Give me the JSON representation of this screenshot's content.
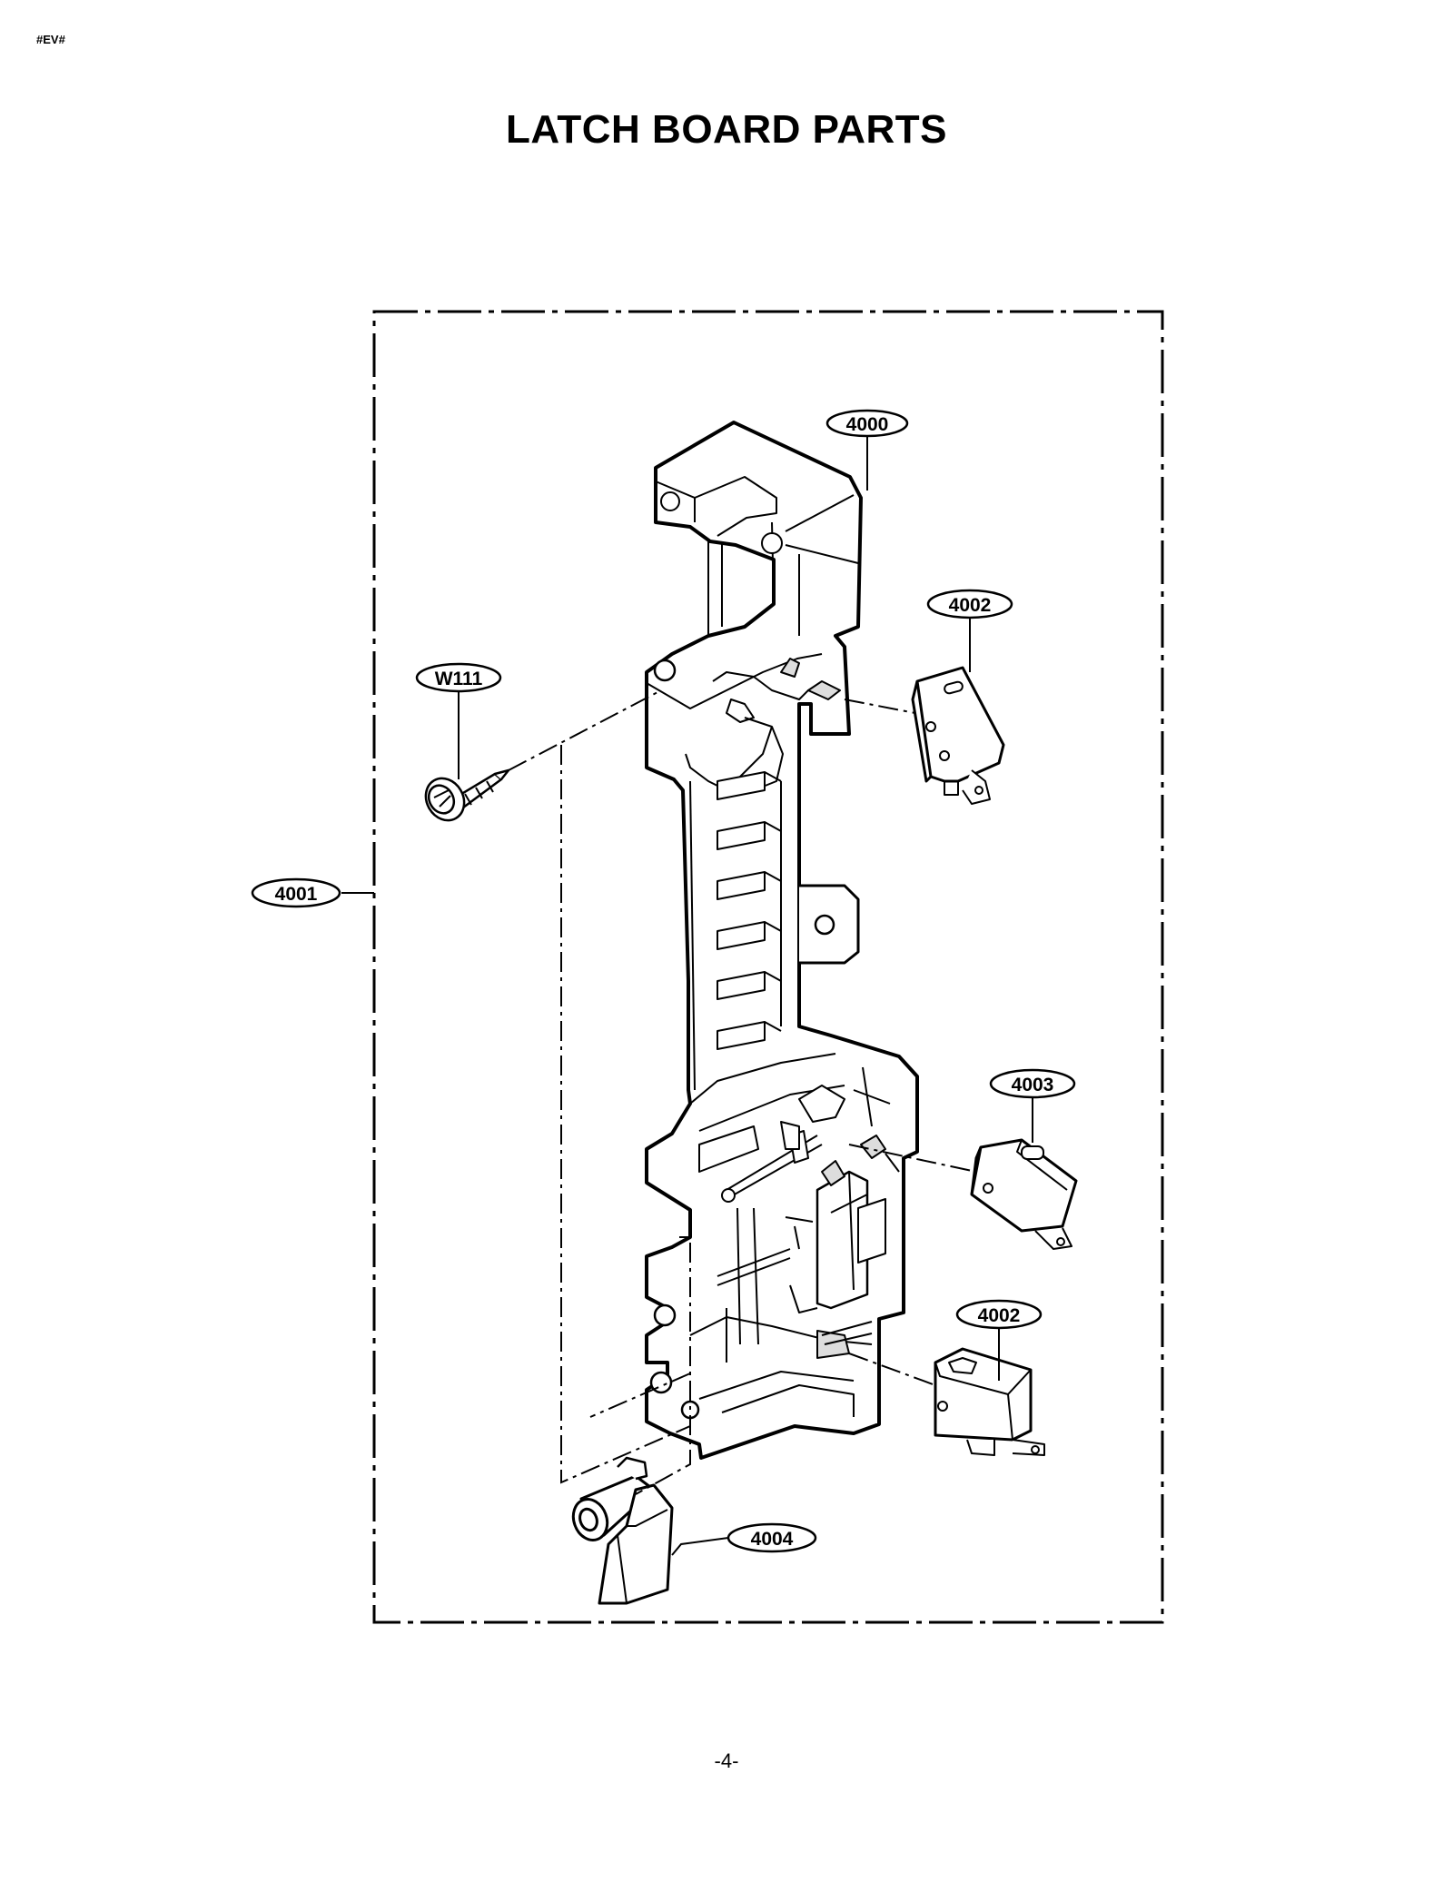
{
  "doc_code": "#EV#",
  "title": "LATCH BOARD PARTS",
  "page_number": "-4-",
  "callouts": {
    "c4000": "4000",
    "c4001": "4001",
    "c4002a": "4002",
    "c4002b": "4002",
    "c4003": "4003",
    "c4004": "4004",
    "cW111": "W111"
  }
}
